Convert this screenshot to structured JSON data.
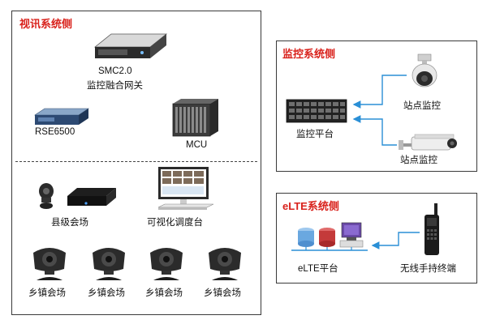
{
  "video_panel": {
    "title": "视讯系统侧",
    "smc": {
      "name": "SMC2.0",
      "desc": "监控融合网关"
    },
    "rse": {
      "name": "RSE6500"
    },
    "mcu": {
      "name": "MCU"
    },
    "county": {
      "name": "县级会场"
    },
    "dispatch": {
      "name": "可视化调度台"
    },
    "township": [
      "乡镇会场",
      "乡镇会场",
      "乡镇会场",
      "乡镇会场"
    ]
  },
  "monitor_panel": {
    "title": "监控系统侧",
    "site1": "站点监控",
    "site2": "站点监控",
    "platform": "监控平台"
  },
  "elte_panel": {
    "title": "eLTE系统侧",
    "platform": "eLTE平台",
    "terminal": "无线手持终端"
  },
  "colors": {
    "title_red": "#d9221c",
    "arrow_blue": "#2a8fd6",
    "border": "#3a3a3a"
  }
}
